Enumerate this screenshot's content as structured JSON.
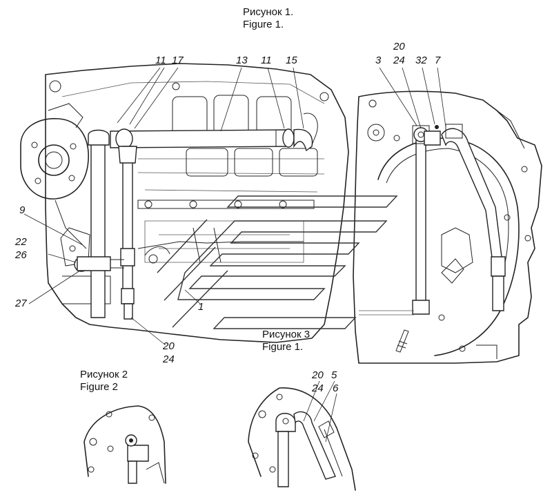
{
  "captions": {
    "fig1_ru": "Рисунок 1.",
    "fig1_en": "Figure 1.",
    "fig2_ru": "Рисунок 2",
    "fig2_en": "Figure 2",
    "fig3_ru": "Рисунок 3",
    "fig3_en": "Figure 1."
  },
  "callouts": {
    "c11a": "11",
    "c17": "17",
    "c13": "13",
    "c11b": "11",
    "c15": "15",
    "c20top": "20",
    "c24top": "24",
    "c3": "3",
    "c32": "32",
    "c7": "7",
    "c9": "9",
    "c22": "22",
    "c26": "26",
    "c27": "27",
    "c1": "1",
    "c20bot": "20",
    "c24bot": "24",
    "c20f3": "20",
    "c5": "5",
    "c24f3": "24",
    "c6": "6"
  }
}
